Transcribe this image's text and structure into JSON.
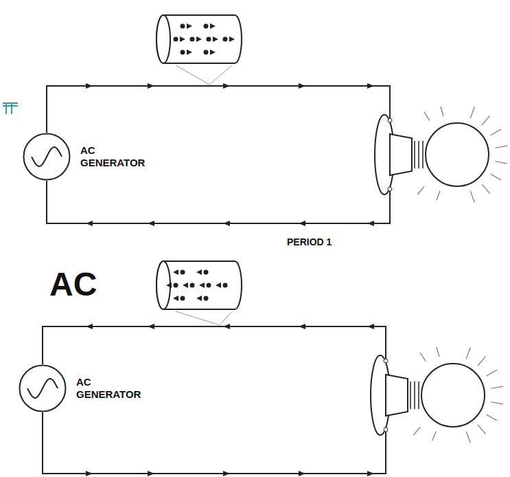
{
  "diagram": {
    "nodes": [
      {
        "text": [
          "AC GENERATOR"
        ]
      },
      {
        "text": [
          "AC GENERATOR"
        ]
      }
    ],
    "labels": [
      "PERIOD 1",
      "AC"
    ]
  }
}
